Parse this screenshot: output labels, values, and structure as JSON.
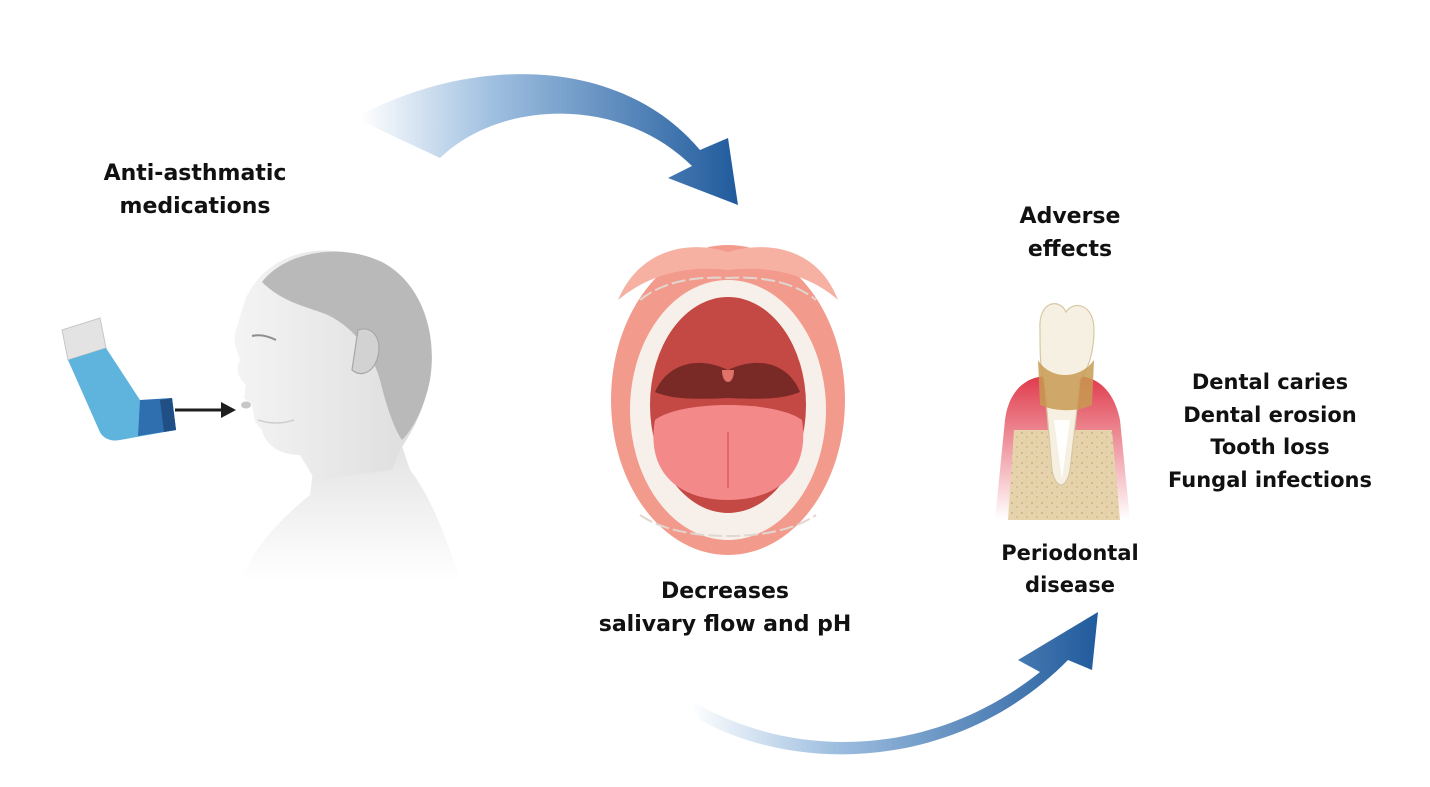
{
  "input": {
    "title_line1": "Anti-asthmatic",
    "title_line2": "medications"
  },
  "mechanism": {
    "line1": "Decreases",
    "line2": "salivary flow and pH"
  },
  "outcome": {
    "title_line1": "Adverse",
    "title_line2": "effects",
    "perio_line1": "Periodontal",
    "perio_line2": "disease",
    "effects": [
      "Dental caries",
      "Dental erosion",
      "Tooth loss",
      "Fungal infections"
    ]
  },
  "colors": {
    "arrow_dark": "#1f5a9c",
    "arrow_light": "#eef4fb",
    "inhaler_body": "#5fb4dd",
    "inhaler_cap": "#2f6fb0",
    "skin_grey": "#e6e6e6",
    "hair_grey": "#b5b5b5",
    "lip": "#f29a8c",
    "throat": "#7a2a26",
    "tongue": "#f4898a",
    "gum": "#e03b4c",
    "bone": "#e2cfa6"
  },
  "icons": [
    "inhaler-icon",
    "person-icon",
    "mouth-icon",
    "tooth-icon",
    "arrow-icon"
  ]
}
